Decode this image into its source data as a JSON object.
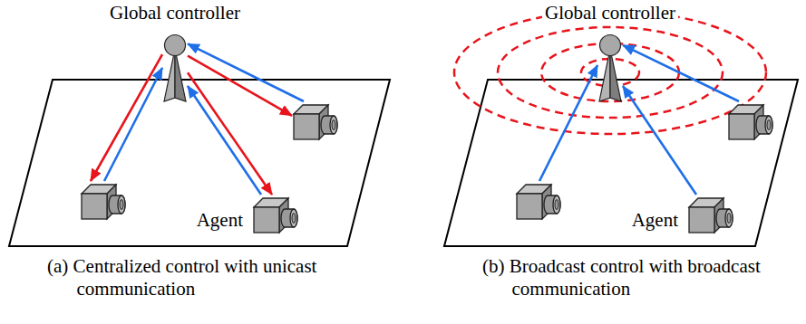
{
  "diagram": {
    "nodes": [
      {
        "text": [
          "Global controller"
        ]
      },
      {
        "text": []
      },
      {
        "text": [
          "Agent"
        ]
      },
      {
        "text": []
      },
      {
        "text": [
          "Global controller"
        ]
      },
      {
        "text": []
      },
      {
        "text": [
          "Agent"
        ]
      },
      {
        "text": []
      }
    ],
    "edges": [
      {
        "from": 0,
        "to": 1,
        "arrow": "to"
      },
      {
        "from": 1,
        "to": 0,
        "arrow": "to"
      },
      {
        "from": 0,
        "to": 2,
        "arrow": "to"
      },
      {
        "from": 2,
        "to": 0,
        "arrow": "to"
      },
      {
        "from": 0,
        "to": 3,
        "arrow": "to"
      },
      {
        "from": 3,
        "to": 0,
        "arrow": "to"
      },
      {
        "from": 5,
        "to": 4,
        "arrow": "to"
      },
      {
        "from": 6,
        "to": 4,
        "arrow": "to"
      },
      {
        "from": 7,
        "to": 4,
        "arrow": "to"
      }
    ],
    "labels": [
      "(a) Centralized control with unicast communication",
      "(b) Broadcast control with broadcast communication"
    ]
  }
}
